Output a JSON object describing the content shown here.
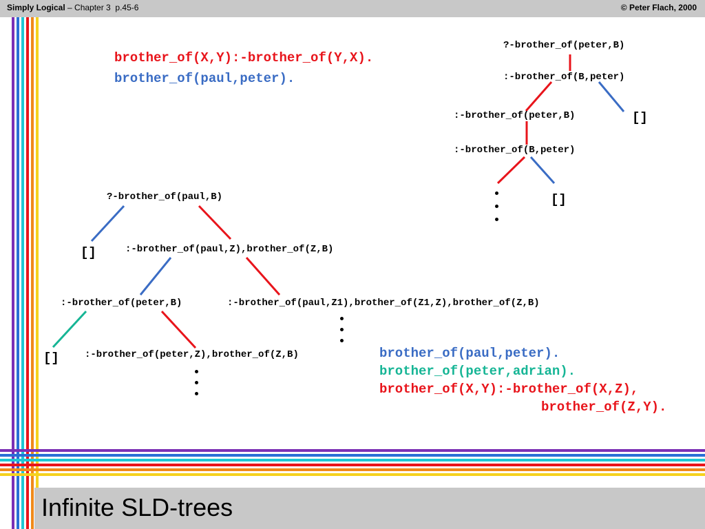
{
  "header": {
    "book": "Simply Logical",
    "chapter": " – Chapter 3",
    "pages": "p.45-6",
    "copyright": "© Peter Flach, 2000"
  },
  "program_top": {
    "clause1": "brother_of(X,Y):-brother_of(Y,X).",
    "clause2": "brother_of(paul,peter)."
  },
  "tree_right": {
    "root": "?-brother_of(peter,B)",
    "n1": ":-brother_of(B,peter)",
    "n2": ":-brother_of(peter,B)",
    "n2_success": "[]",
    "n3": ":-brother_of(B,peter)",
    "n3_success": "[]"
  },
  "tree_left": {
    "root": "?-brother_of(paul,B)",
    "success1": "[]",
    "n1": ":-brother_of(paul,Z),brother_of(Z,B)",
    "n2": ":-brother_of(peter,B)",
    "n3": ":-brother_of(paul,Z1),brother_of(Z1,Z),brother_of(Z,B)",
    "success2": "[]",
    "n4": ":-brother_of(peter,Z),brother_of(Z,B)"
  },
  "program_bottom": {
    "clause1": "brother_of(paul,peter).",
    "clause2": "brother_of(peter,adrian).",
    "clause3a": "brother_of(X,Y):-brother_of(X,Z),",
    "clause3b": "brother_of(Z,Y)."
  },
  "footer": {
    "title": "Infinite SLD-trees"
  },
  "colors": {
    "red": "#e8141b",
    "blue": "#3a6cc4",
    "teal": "#16b595",
    "header_gray": "#c8c8c8",
    "stripes": [
      "#7b2fb5",
      "#2a6fd6",
      "#1fc7d4",
      "#e8141b",
      "#f08a1a",
      "#f5d21e"
    ]
  }
}
